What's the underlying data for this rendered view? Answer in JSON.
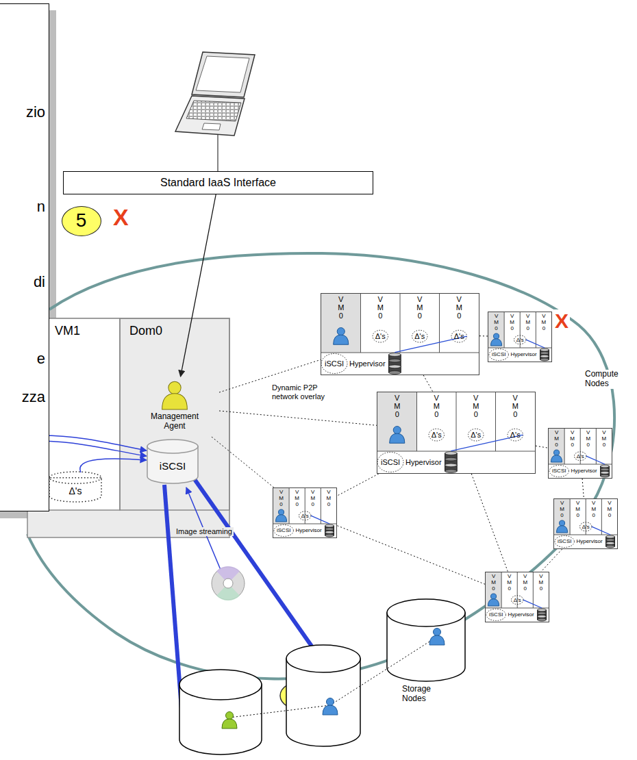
{
  "diagram": {
    "nodes": [
      {
        "text": [
          "zio",
          "n",
          "di",
          "e",
          "zza"
        ]
      },
      {
        "text": [
          "Standard IaaS Interface"
        ]
      },
      {
        "text": [
          "5"
        ]
      },
      {
        "text": [
          "VM1"
        ]
      },
      {
        "text": [
          "Dom0"
        ]
      },
      {
        "text": [
          "Management Agent"
        ],
        "in": 4
      },
      {
        "text": [
          "iSCSI"
        ],
        "in": 4
      },
      {
        "text": [
          "Δ's"
        ],
        "in": 3
      },
      {
        "text": [
          "V M 0",
          "V M 0",
          "V M 0",
          "V M 0",
          "iSCSI",
          "Δ's",
          "Δ's",
          "Δ's",
          "Hypervisor"
        ]
      },
      {
        "text": [
          "V M 0",
          "V M 0",
          "V M 0",
          "V M 0",
          "iSCSI",
          "Δ's",
          "Hypervisor"
        ]
      },
      {
        "text": [
          "V M 0",
          "V M 0",
          "V M 0",
          "V M 0",
          "iSCSI",
          "Δ's",
          "Δ's",
          "Δ's",
          "Hypervisor"
        ]
      },
      {
        "text": [
          "V M 0",
          "V M 0",
          "V M 0",
          "V M 0",
          "iSCSI",
          "Δ's",
          "Hypervisor"
        ]
      },
      {
        "text": [
          "V M 0",
          "V M 0",
          "V M 0",
          "V M 0",
          "iSCSI",
          "Δ's",
          "Hypervisor"
        ]
      },
      {
        "text": [
          "V M 0",
          "V M 0",
          "V M 0",
          "V M 0",
          "iSCSI",
          "Δ's",
          "Hypervisor"
        ]
      },
      {
        "text": [
          "V M 0",
          "V M 0",
          "V M 0",
          "V M 0",
          "iSCSI",
          "Δ's",
          "Hypervisor"
        ]
      }
    ],
    "edges": [
      {
        "from": 1,
        "to": 5,
        "arrow": "to"
      },
      {
        "from": 5,
        "to": 8,
        "arrow": "none"
      },
      {
        "from": 5,
        "to": 10,
        "arrow": "none"
      },
      {
        "from": 5,
        "to": 12,
        "arrow": "none"
      },
      {
        "from": 8,
        "to": 9,
        "arrow": "none"
      },
      {
        "from": 8,
        "to": 10,
        "arrow": "none"
      },
      {
        "from": 10,
        "to": 11,
        "arrow": "none"
      },
      {
        "from": 10,
        "to": 12,
        "arrow": "none"
      },
      {
        "from": 10,
        "to": 14,
        "arrow": "none"
      },
      {
        "from": 11,
        "to": 13,
        "arrow": "none"
      },
      {
        "from": 12,
        "to": 14,
        "arrow": "none"
      },
      {
        "from": 13,
        "to": 14,
        "arrow": "none"
      }
    ],
    "labels": [
      "X",
      "X",
      "Dynamic P2P network overlay",
      "Image streaming",
      "Compute Nodes",
      "Storage Nodes"
    ]
  }
}
